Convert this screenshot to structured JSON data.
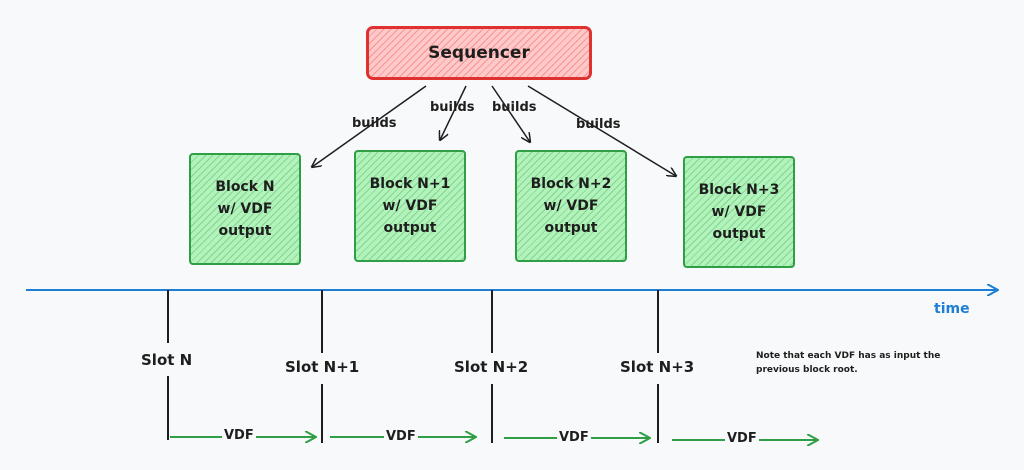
{
  "sequencer": {
    "label": "Sequencer"
  },
  "edge_label": "builds",
  "blocks": [
    {
      "line1": "Block N",
      "line2": "w/ VDF",
      "line3": "output"
    },
    {
      "line1": "Block N+1",
      "line2": "w/ VDF",
      "line3": "output"
    },
    {
      "line1": "Block N+2",
      "line2": "w/ VDF",
      "line3": "output"
    },
    {
      "line1": "Block N+3",
      "line2": "w/ VDF",
      "line3": "output"
    }
  ],
  "timeline": {
    "label": "time"
  },
  "slots": [
    "Slot N",
    "Slot N+1",
    "Slot N+2",
    "Slot N+3"
  ],
  "vdf_label": "VDF",
  "note": "Note that each VDF has as input the previous block root.",
  "colors": {
    "sequencer_stroke": "#e03131",
    "block_stroke": "#2f9e44",
    "timeline": "#1c7ed6",
    "vdf_arrow": "#2f9e44"
  }
}
